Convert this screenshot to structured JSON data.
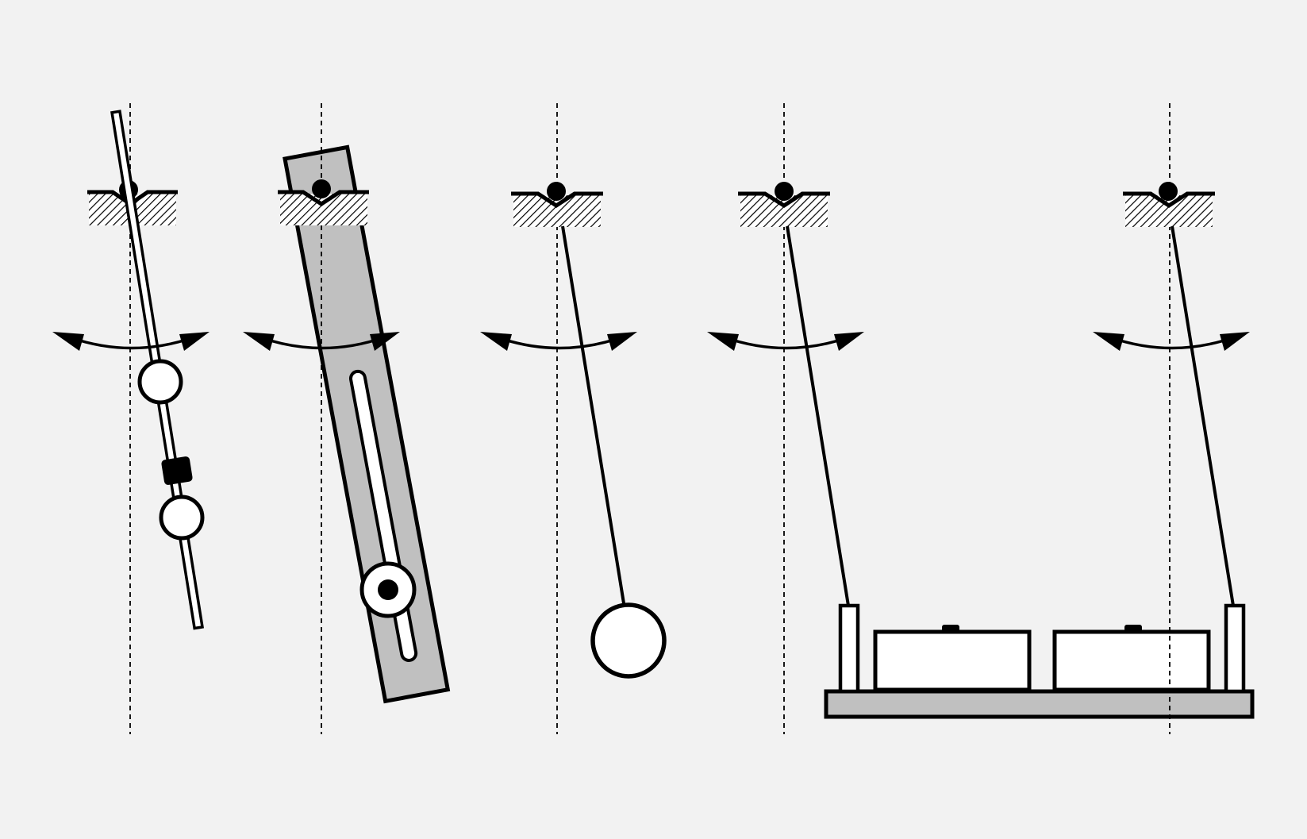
{
  "figure": {
    "background": "#f2f2f2",
    "stroke": "#000000",
    "body_fill": "#c0c0c0",
    "mass_fill": "#ffffff"
  },
  "pendulums": [
    {
      "kind": "rod-with-sliding-masses",
      "icon": "rod-pendulum-icon"
    },
    {
      "kind": "slotted-bar-physical-pendulum",
      "icon": "bar-pendulum-icon"
    },
    {
      "kind": "simple-pendulum",
      "icon": "bob-pendulum-icon"
    },
    {
      "kind": "bifilar-platform-pendulum",
      "icon": "platform-pendulum-icon"
    }
  ]
}
